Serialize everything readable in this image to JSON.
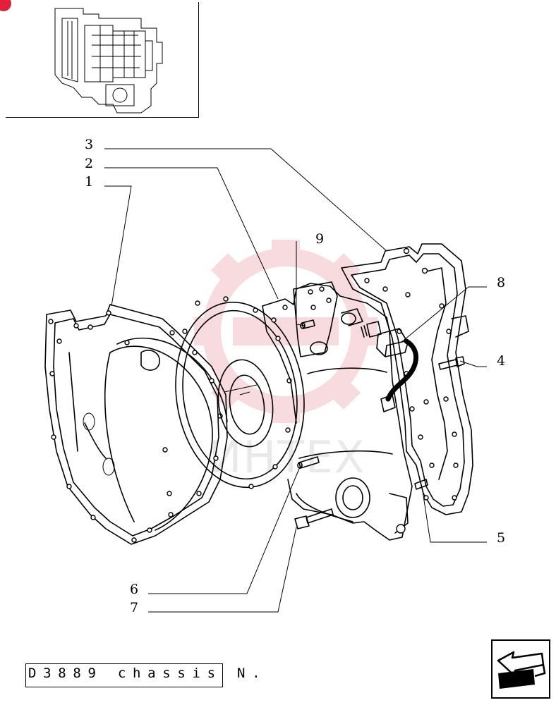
{
  "callouts": [
    {
      "id": "c3",
      "label": "3"
    },
    {
      "id": "c2",
      "label": "2"
    },
    {
      "id": "c1",
      "label": "1"
    },
    {
      "id": "c9",
      "label": "9"
    },
    {
      "id": "c8",
      "label": "8"
    },
    {
      "id": "c4",
      "label": "4"
    },
    {
      "id": "c5",
      "label": "5"
    },
    {
      "id": "c6",
      "label": "6"
    },
    {
      "id": "c7",
      "label": "7"
    }
  ],
  "watermark": {
    "text": "ИНТЕХ",
    "color": "#e8a0a4"
  },
  "footer": {
    "chassis_label": "D3889 chassis N."
  },
  "icons": {
    "nav": "next-page-arrow-icon",
    "corner": "red-corner-marker"
  }
}
